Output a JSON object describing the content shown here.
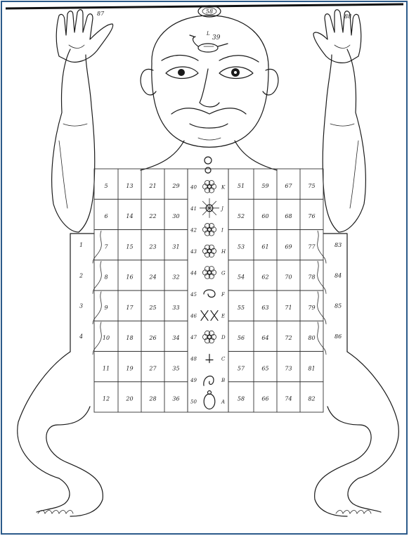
{
  "labels": {
    "top": "58",
    "left_hand": "87",
    "right_hand": "88",
    "forehead_letter": "L",
    "forehead_number": "39"
  },
  "grid": {
    "columns": [
      [
        "5",
        "6",
        "7",
        "8",
        "9",
        "10",
        "11",
        "12"
      ],
      [
        "13",
        "14",
        "15",
        "16",
        "17",
        "18",
        "19",
        "20"
      ],
      [
        "21",
        "22",
        "23",
        "24",
        "25",
        "26",
        "27",
        "28"
      ],
      [
        "29",
        "30",
        "31",
        "32",
        "33",
        "34",
        "35",
        "36"
      ],
      [],
      [
        "51",
        "52",
        "53",
        "54",
        "55",
        "56",
        "57",
        "58"
      ],
      [
        "59",
        "60",
        "61",
        "62",
        "63",
        "64",
        "65",
        "66"
      ],
      [
        "67",
        "68",
        "69",
        "70",
        "71",
        "72",
        "73",
        "74"
      ],
      [
        "75",
        "76",
        "77",
        "78",
        "79",
        "80",
        "81",
        "82"
      ]
    ]
  },
  "spine": [
    {
      "num": "40",
      "letter": "K"
    },
    {
      "num": "41",
      "letter": "J"
    },
    {
      "num": "42",
      "letter": "I"
    },
    {
      "num": "43",
      "letter": "H"
    },
    {
      "num": "44",
      "letter": "G"
    },
    {
      "num": "45",
      "letter": "F"
    },
    {
      "num": "46",
      "letter": "E"
    },
    {
      "num": "47",
      "letter": "D"
    },
    {
      "num": "48",
      "letter": "C"
    },
    {
      "num": "49",
      "letter": "B"
    },
    {
      "num": "50",
      "letter": "A"
    }
  ],
  "side_labels": {
    "left": [
      "1",
      "2",
      "3",
      "4"
    ],
    "right": [
      "83",
      "84",
      "85",
      "86"
    ]
  }
}
